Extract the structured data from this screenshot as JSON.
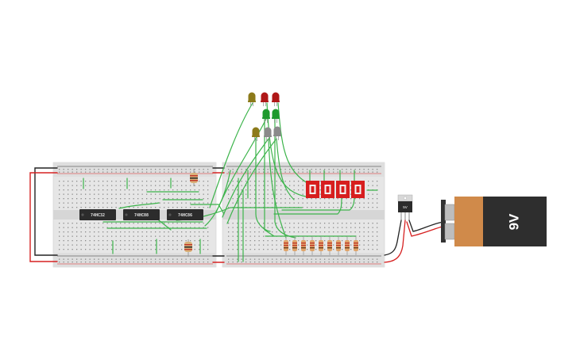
{
  "app": {
    "type": "breadboard circuit editor canvas"
  },
  "chips": [
    {
      "id": "chip-1",
      "label": "74HC32"
    },
    {
      "id": "chip-2",
      "label": "74HC08"
    },
    {
      "id": "chip-3",
      "label": "74HC86"
    }
  ],
  "regulator": {
    "label": "5V"
  },
  "battery": {
    "label": "9V"
  },
  "leds_top": [
    {
      "color": "#8c7a1a"
    },
    {
      "color": "#b01818"
    },
    {
      "color": "#b01818"
    }
  ],
  "leds_mid": [
    {
      "color": "#8c7a1a"
    },
    {
      "color": "#1f9a2e"
    },
    {
      "color": "#1f9a2e"
    },
    {
      "color": "#8a8a8a"
    },
    {
      "color": "#8a8a8a"
    }
  ],
  "seven_segment_count": 4,
  "colors": {
    "wire_green": "#3cb44b",
    "wire_red": "#d62020",
    "wire_black": "#222222",
    "breadboard": "#e4e4e4",
    "battery_body": "#d08a4a",
    "battery_cap": "#2e2e2e",
    "segment_red": "#d71e1e"
  }
}
